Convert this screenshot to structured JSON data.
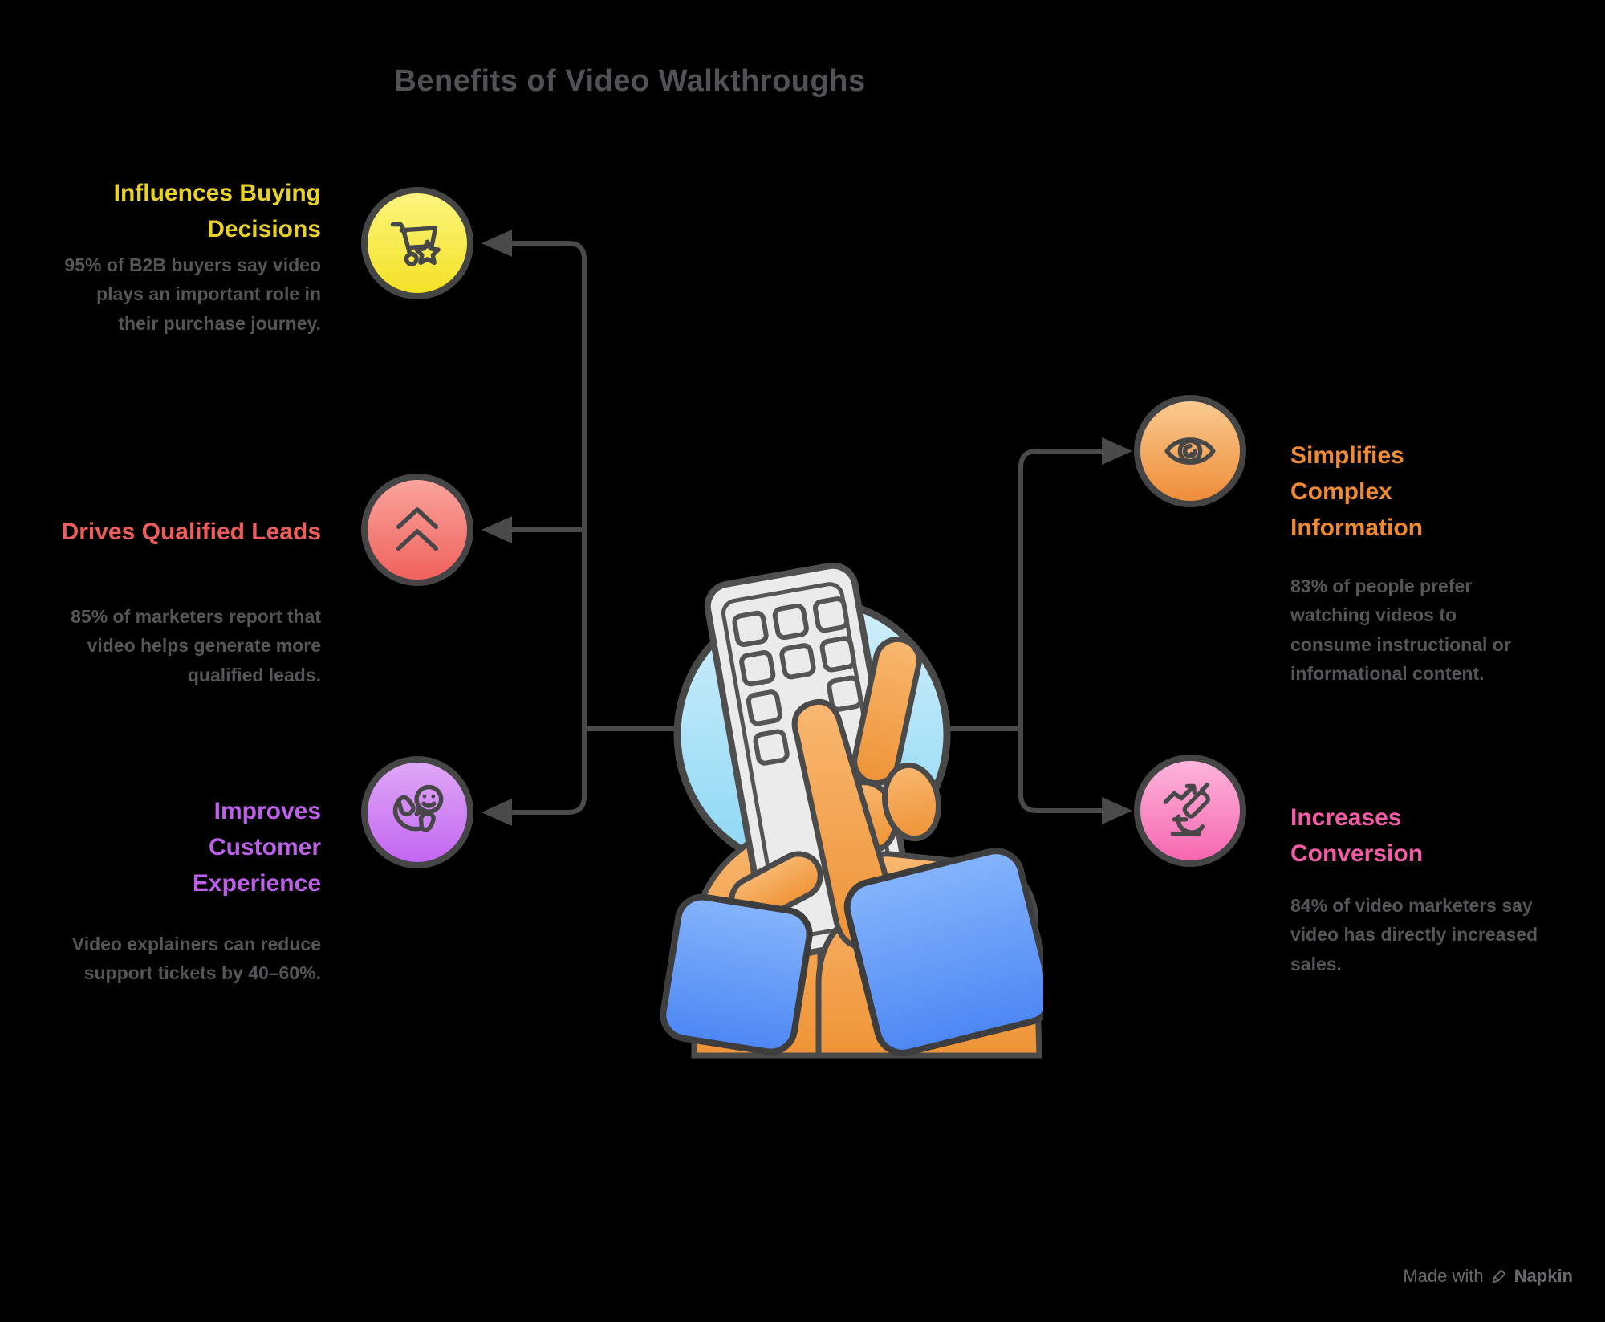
{
  "title": "Benefits of Video Walkthroughs",
  "palette": {
    "background": "#000000",
    "title_text": "#515156",
    "body_text": "#55555a",
    "connector": "#4a4a4a",
    "circle_border": "#454545",
    "watermark": "#666a6d"
  },
  "benefits": [
    {
      "heading": "Influences Buying Decisions",
      "body": "95% of B2B buyers say video plays an important role in their purchase journey.",
      "accent_color": "#e8d228",
      "icon": "cart-star-icon",
      "circle_gradient": [
        "#fdf57e",
        "#f3e126"
      ],
      "side": "left"
    },
    {
      "heading": "Drives Qualified Leads",
      "body": "85% of marketers report that video helps generate more qualified leads.",
      "accent_color": "#ee5d5d",
      "icon": "double-chevron-up-icon",
      "circle_gradient": [
        "#f9a49b",
        "#f0625e"
      ],
      "side": "left"
    },
    {
      "heading": "Improves Customer Experience",
      "body": "Video explainers can reduce support tickets by 40–60%.",
      "accent_color": "#bc60ea",
      "icon": "phone-chat-smiley-icon",
      "circle_gradient": [
        "#dfa8f7",
        "#c366f1"
      ],
      "side": "left"
    },
    {
      "heading": "Simplifies Complex Information",
      "body": "83% of people prefer watching videos to consume instructional or informational content.",
      "accent_color": "#ee8a31",
      "icon": "eye-icon",
      "circle_gradient": [
        "#f9ca90",
        "#ef8d39"
      ],
      "side": "right"
    },
    {
      "heading": "Increases Conversion",
      "body": "84% of video marketers say video has directly increased sales.",
      "accent_color": "#f25ba6",
      "icon": "microscope-growth-icon",
      "circle_gradient": [
        "#fcb5db",
        "#f667b0"
      ],
      "side": "right"
    }
  ],
  "center_illustration": "hands-tapping-smartphone",
  "watermark": {
    "prefix": "Made with",
    "brand": "Napkin"
  }
}
